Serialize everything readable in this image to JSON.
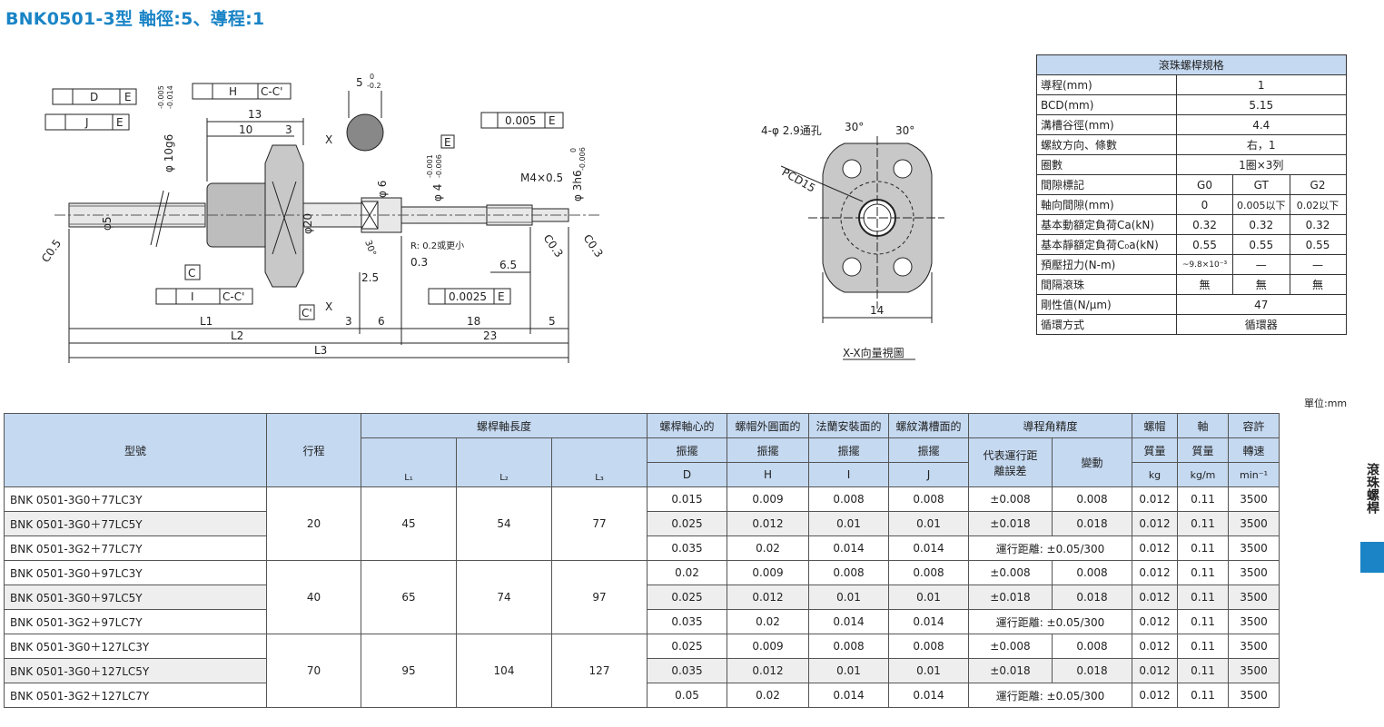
{
  "title": "BNK0501-3型 軸徑:5、導程:1",
  "drawing": {
    "fc_de": "D",
    "fc_de2": "E",
    "fc_h": "H",
    "fc_cc": "C-C'",
    "fc_j": "J",
    "fc_je": "E",
    "fc_i": "I",
    "fc_icc": "C-C'",
    "fc_005": "0.005",
    "fc_005e": "E",
    "fc_0025": "0.0025",
    "fc_0025e": "E",
    "d13": "13",
    "d10": "10",
    "d3a": "3",
    "tol_10": "-0.005",
    "tol_10b": "-0.014",
    "phi10": "φ 10g6",
    "phi5": "φ5",
    "phi20": "φ20",
    "phi6": "φ 6",
    "phi4": "φ 4",
    "tol4a": "-0.001",
    "tol4b": "-0.006",
    "phi3": "φ 3h6",
    "tol3a": "0",
    "tol3b": "-0.006",
    "m4": "M4×0.5",
    "c05": "C0.5",
    "c03a": "C0.3",
    "c03b": "C0.3",
    "r02": "R: 0.2或更小",
    "d03": "0.3",
    "d65": "6.5",
    "d30": "30°",
    "d25": "2.5",
    "five": "5",
    "five_t1": "0",
    "five_t2": "-0.2",
    "x1": "X",
    "x2": "X",
    "c": "C",
    "cp": "C'",
    "e": "E",
    "l1": "L1",
    "l2": "L2",
    "l3": "L3",
    "b3": "3",
    "b6": "6",
    "b18": "18",
    "b5": "5",
    "b23": "23",
    "holes": "4-φ 2.9通孔",
    "pcd": "PCD15",
    "a30a": "30°",
    "a30b": "30°",
    "d14": "14",
    "view": "X-X向量視圖"
  },
  "spec": {
    "header": "滾珠螺桿規格",
    "rows": [
      [
        "導程(mm)",
        "1"
      ],
      [
        "BCD(mm)",
        "5.15"
      ],
      [
        "溝槽谷徑(mm)",
        "4.4"
      ],
      [
        "螺紋方向、條數",
        "右，1"
      ],
      [
        "圈數",
        "1圈×3列"
      ]
    ],
    "grade_label": "間隙標記",
    "grades": [
      "G0",
      "GT",
      "G2"
    ],
    "rows3": [
      [
        "軸向間隙(mm)",
        "0",
        "0.005以下",
        "0.02以下"
      ],
      [
        "基本動額定負荷Ca(kN)",
        "0.32",
        "0.32",
        "0.32"
      ],
      [
        "基本靜額定負荷C₀a(kN)",
        "0.55",
        "0.55",
        "0.55"
      ],
      [
        "預壓扭力(N-m)",
        "~9.8×10⁻³",
        "—",
        "—"
      ],
      [
        "間隔滾珠",
        "無",
        "無",
        "無"
      ]
    ],
    "rows_end": [
      [
        "剛性值(N/μm)",
        "47"
      ],
      [
        "循環方式",
        "循環器"
      ]
    ]
  },
  "unit": "單位:mm",
  "side_label": "滾珠螺桿",
  "table": {
    "h_model": "型號",
    "h_stroke": "行程",
    "h_len": "螺桿軸長度",
    "h_l1": "L₁",
    "h_l2": "L₂",
    "h_l3": "L₃",
    "h_d1": "螺桿軸心的",
    "h_d2": "振擺",
    "h_d3": "D",
    "h_h1": "螺帽外圓面的",
    "h_h2": "振擺",
    "h_h3": "H",
    "h_i1": "法蘭安裝面的",
    "h_i2": "振擺",
    "h_i3": "I",
    "h_j1": "螺紋溝槽面的",
    "h_j2": "振擺",
    "h_j3": "J",
    "h_acc": "導程角精度",
    "h_rep": "代表運行距離誤差",
    "h_var": "變動",
    "h_nm1": "螺帽",
    "h_nm2": "質量",
    "h_nm3": "kg",
    "h_sm1": "軸",
    "h_sm2": "質量",
    "h_sm3": "kg/m",
    "h_sp1": "容許",
    "h_sp2": "轉速",
    "h_sp3": "min⁻¹",
    "groups": [
      {
        "stroke": "20",
        "l1": "45",
        "l2": "54",
        "l3": "77"
      },
      {
        "stroke": "40",
        "l1": "65",
        "l2": "74",
        "l3": "97"
      },
      {
        "stroke": "70",
        "l1": "95",
        "l2": "104",
        "l3": "127"
      }
    ],
    "rows": [
      {
        "model": "BNK 0501-3G0＋77LC3Y",
        "d": "0.015",
        "h": "0.009",
        "i": "0.008",
        "j": "0.008",
        "rep": "±0.008",
        "var": "0.008",
        "nm": "0.012",
        "sm": "0.11",
        "sp": "3500"
      },
      {
        "model": "BNK 0501-3G0＋77LC5Y",
        "d": "0.025",
        "h": "0.012",
        "i": "0.01",
        "j": "0.01",
        "rep": "±0.018",
        "var": "0.018",
        "nm": "0.012",
        "sm": "0.11",
        "sp": "3500"
      },
      {
        "model": "BNK 0501-3G2＋77LC7Y",
        "d": "0.035",
        "h": "0.02",
        "i": "0.014",
        "j": "0.014",
        "run": "運行距離: ±0.05/300",
        "nm": "0.012",
        "sm": "0.11",
        "sp": "3500"
      },
      {
        "model": "BNK 0501-3G0＋97LC3Y",
        "d": "0.02",
        "h": "0.009",
        "i": "0.008",
        "j": "0.008",
        "rep": "±0.008",
        "var": "0.008",
        "nm": "0.012",
        "sm": "0.11",
        "sp": "3500"
      },
      {
        "model": "BNK 0501-3G0＋97LC5Y",
        "d": "0.025",
        "h": "0.012",
        "i": "0.01",
        "j": "0.01",
        "rep": "±0.018",
        "var": "0.018",
        "nm": "0.012",
        "sm": "0.11",
        "sp": "3500"
      },
      {
        "model": "BNK 0501-3G2＋97LC7Y",
        "d": "0.035",
        "h": "0.02",
        "i": "0.014",
        "j": "0.014",
        "run": "運行距離: ±0.05/300",
        "nm": "0.012",
        "sm": "0.11",
        "sp": "3500"
      },
      {
        "model": "BNK 0501-3G0＋127LC3Y",
        "d": "0.025",
        "h": "0.009",
        "i": "0.008",
        "j": "0.008",
        "rep": "±0.008",
        "var": "0.008",
        "nm": "0.012",
        "sm": "0.11",
        "sp": "3500"
      },
      {
        "model": "BNK 0501-3G0＋127LC5Y",
        "d": "0.035",
        "h": "0.012",
        "i": "0.01",
        "j": "0.01",
        "rep": "±0.018",
        "var": "0.018",
        "nm": "0.012",
        "sm": "0.11",
        "sp": "3500"
      },
      {
        "model": "BNK 0501-3G2＋127LC7Y",
        "d": "0.05",
        "h": "0.02",
        "i": "0.014",
        "j": "0.014",
        "run": "運行距離: ±0.05/300",
        "nm": "0.012",
        "sm": "0.11",
        "sp": "3500"
      }
    ]
  }
}
